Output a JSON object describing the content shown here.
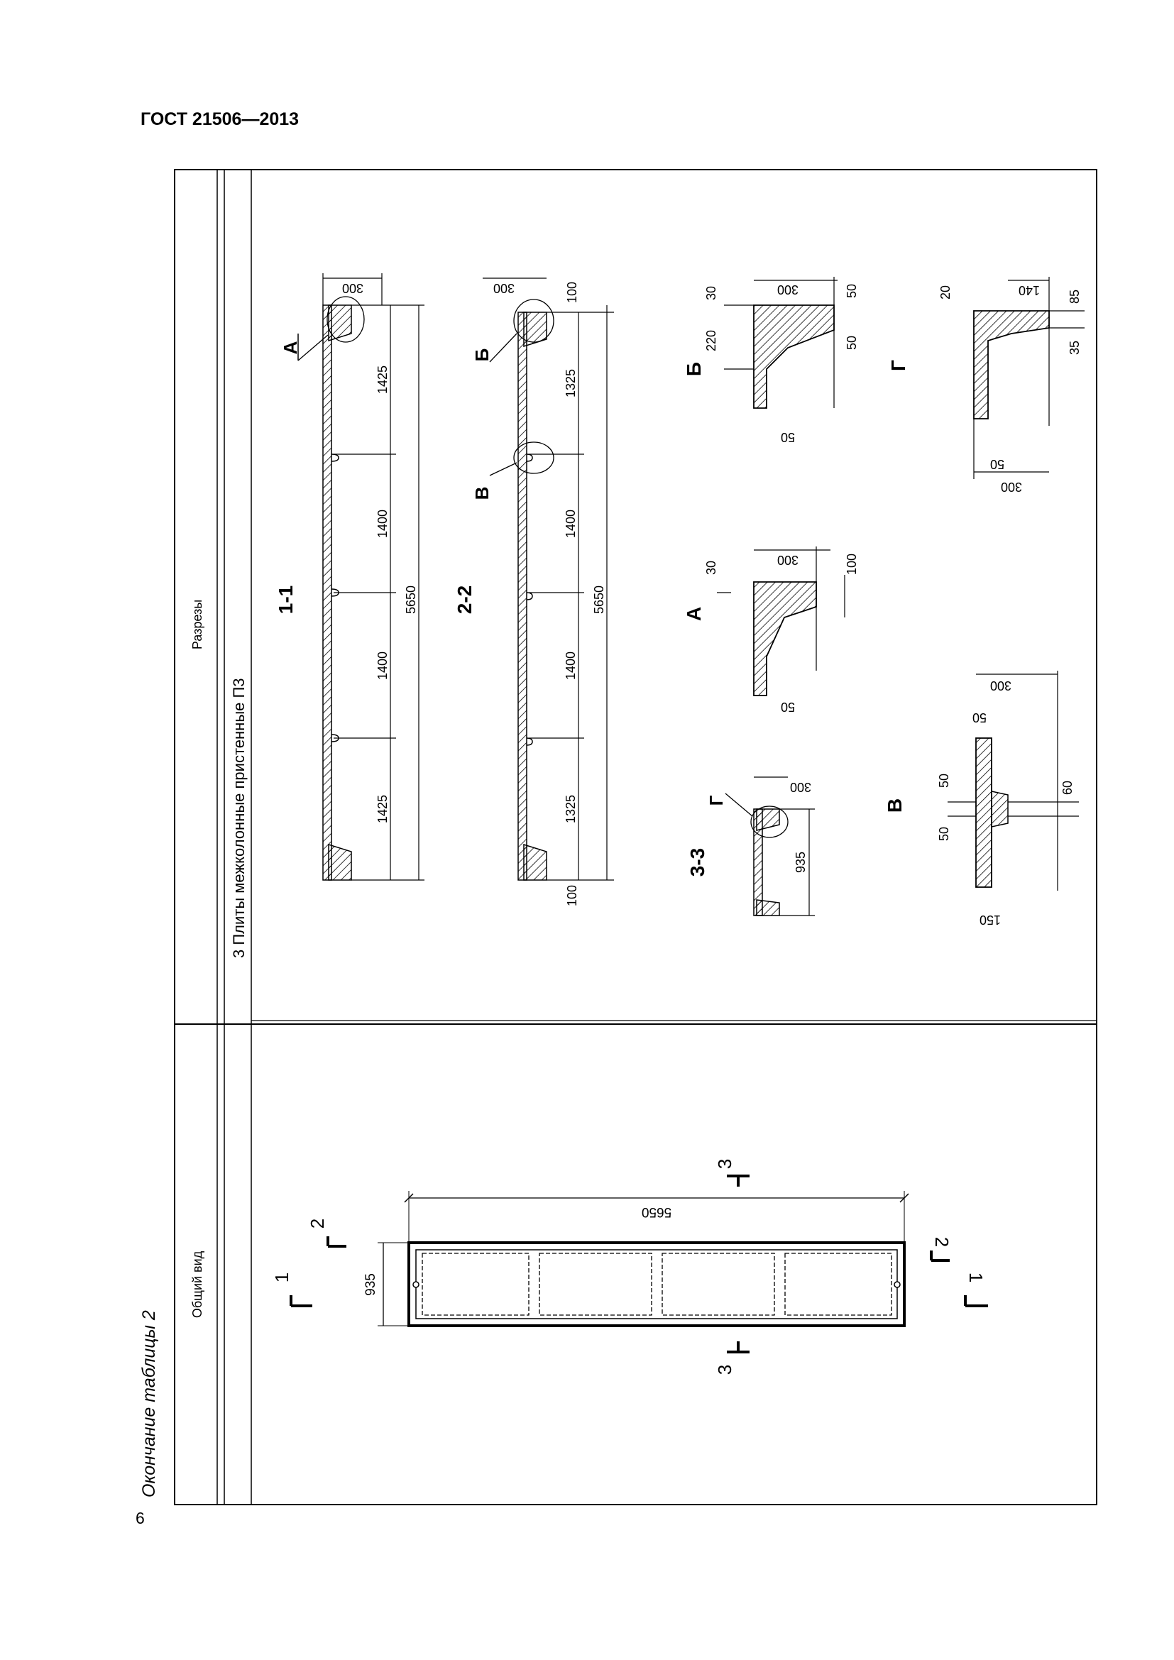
{
  "header": {
    "title": "ГОСТ 21506—2013"
  },
  "caption": "Окончание таблицы 2",
  "page_number": "6",
  "table": {
    "col_general_view": "Общий вид",
    "col_sections": "Разрезы",
    "row_title": "3 Плиты межколонные пристенные П3"
  },
  "plan": {
    "length": "5650",
    "width": "935",
    "cut1": "1",
    "cut2": "2",
    "cut3": "3"
  },
  "section_1_1": {
    "label": "1-1",
    "detail_marker": "А",
    "segments": [
      "1425",
      "1400",
      "1400",
      "1425"
    ],
    "total": "5650",
    "width": "300"
  },
  "section_2_2": {
    "label": "2-2",
    "detail_marker_1": "Б",
    "detail_marker_2": "В",
    "segments": [
      "1325",
      "1400",
      "1400",
      "1325"
    ],
    "total": "5650",
    "width": "300",
    "end_left": "100",
    "end_right": "100"
  },
  "section_3_3": {
    "label": "3-3",
    "detail_marker": "Г",
    "width": "300",
    "length": "935"
  },
  "detail_A": {
    "label": "А",
    "d30": "30",
    "d300": "300",
    "d100": "100",
    "d50": "50"
  },
  "detail_B": {
    "label": "Б",
    "d30": "30",
    "d220": "220",
    "d300": "300",
    "d50a": "50",
    "d50b": "50",
    "d50c": "50"
  },
  "detail_V": {
    "label": "В",
    "d300": "300",
    "d50top": "50",
    "d50": "50",
    "d50b": "50",
    "d60": "60",
    "d150": "150"
  },
  "detail_G": {
    "label": "Г",
    "d20": "20",
    "d140": "140",
    "d85": "85",
    "d35": "35",
    "d50": "50",
    "d300": "300"
  }
}
